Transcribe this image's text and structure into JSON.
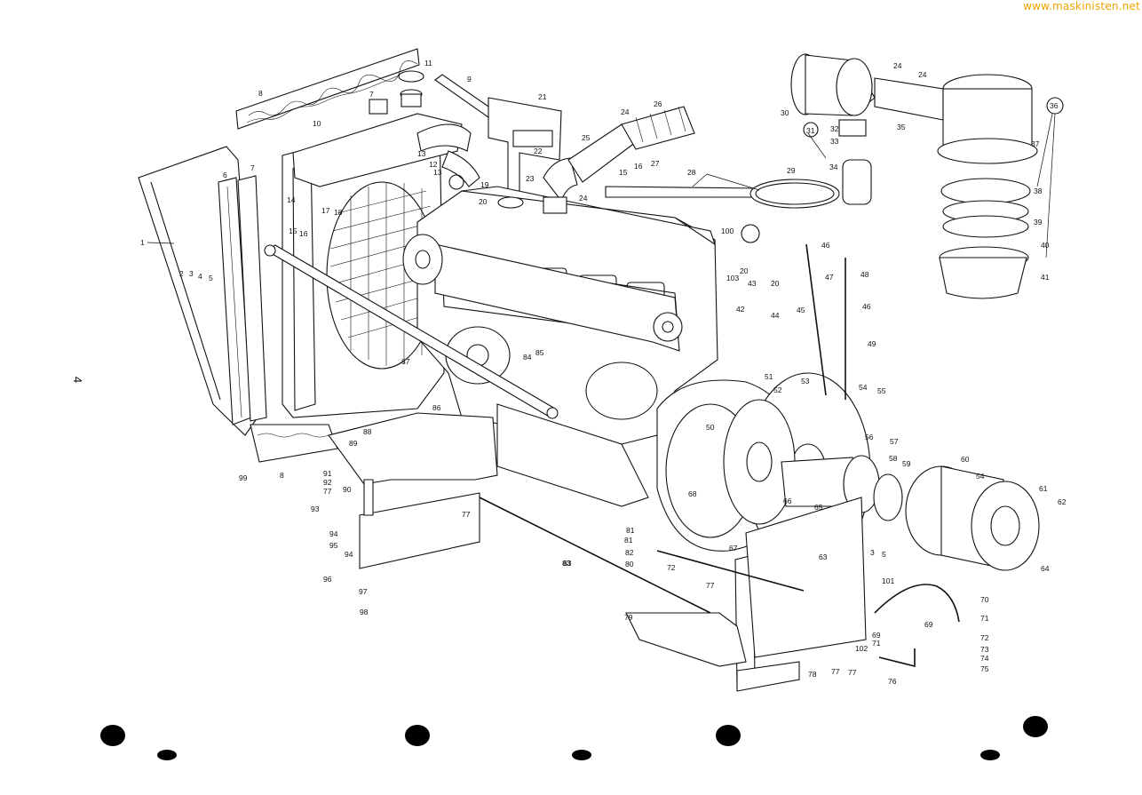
{
  "watermark": "www.maskinisten.net",
  "page_number": "4",
  "callouts": [
    {
      "id": "c1",
      "label": "1"
    },
    {
      "id": "c2",
      "label": "2"
    },
    {
      "id": "c3",
      "label": "3"
    },
    {
      "id": "c4",
      "label": "4"
    },
    {
      "id": "c5",
      "label": "5"
    },
    {
      "id": "c6",
      "label": "6"
    },
    {
      "id": "c7a",
      "label": "7"
    },
    {
      "id": "c7b",
      "label": "7"
    },
    {
      "id": "c8a",
      "label": "8"
    },
    {
      "id": "c8b",
      "label": "8"
    },
    {
      "id": "c9",
      "label": "9"
    },
    {
      "id": "c10",
      "label": "10"
    },
    {
      "id": "c11",
      "label": "11"
    },
    {
      "id": "c12",
      "label": "12"
    },
    {
      "id": "c13a",
      "label": "13"
    },
    {
      "id": "c13b",
      "label": "13"
    },
    {
      "id": "c14",
      "label": "14"
    },
    {
      "id": "c15a",
      "label": "15"
    },
    {
      "id": "c15b",
      "label": "15"
    },
    {
      "id": "c16a",
      "label": "16"
    },
    {
      "id": "c16b",
      "label": "16"
    },
    {
      "id": "c17",
      "label": "17"
    },
    {
      "id": "c18",
      "label": "18"
    },
    {
      "id": "c19",
      "label": "19"
    },
    {
      "id": "c20a",
      "label": "20"
    },
    {
      "id": "c20b",
      "label": "20"
    },
    {
      "id": "c20c",
      "label": "20"
    },
    {
      "id": "c21",
      "label": "21"
    },
    {
      "id": "c22",
      "label": "22"
    },
    {
      "id": "c23",
      "label": "23"
    },
    {
      "id": "c24a",
      "label": "24"
    },
    {
      "id": "c24b",
      "label": "24"
    },
    {
      "id": "c24c",
      "label": "24"
    },
    {
      "id": "c24d",
      "label": "24"
    },
    {
      "id": "c25",
      "label": "25"
    },
    {
      "id": "c26",
      "label": "26"
    },
    {
      "id": "c27",
      "label": "27"
    },
    {
      "id": "c28",
      "label": "28"
    },
    {
      "id": "c29",
      "label": "29"
    },
    {
      "id": "c30",
      "label": "30"
    },
    {
      "id": "c31",
      "label": "31"
    },
    {
      "id": "c32",
      "label": "32"
    },
    {
      "id": "c33",
      "label": "33"
    },
    {
      "id": "c34",
      "label": "34"
    },
    {
      "id": "c35",
      "label": "35"
    },
    {
      "id": "c36",
      "label": "36"
    },
    {
      "id": "c37",
      "label": "37"
    },
    {
      "id": "c38",
      "label": "38"
    },
    {
      "id": "c39",
      "label": "39"
    },
    {
      "id": "c40",
      "label": "40"
    },
    {
      "id": "c41",
      "label": "41"
    },
    {
      "id": "c42",
      "label": "42"
    },
    {
      "id": "c43",
      "label": "43"
    },
    {
      "id": "c44",
      "label": "44"
    },
    {
      "id": "c45",
      "label": "45"
    },
    {
      "id": "c46a",
      "label": "46"
    },
    {
      "id": "c46b",
      "label": "46"
    },
    {
      "id": "c47",
      "label": "47"
    },
    {
      "id": "c48",
      "label": "48"
    },
    {
      "id": "c49",
      "label": "49"
    },
    {
      "id": "c50",
      "label": "50"
    },
    {
      "id": "c51",
      "label": "51"
    },
    {
      "id": "c52",
      "label": "52"
    },
    {
      "id": "c53",
      "label": "53"
    },
    {
      "id": "c54a",
      "label": "54"
    },
    {
      "id": "c54b",
      "label": "54"
    },
    {
      "id": "c55",
      "label": "55"
    },
    {
      "id": "c56",
      "label": "56"
    },
    {
      "id": "c57",
      "label": "57"
    },
    {
      "id": "c58",
      "label": "58"
    },
    {
      "id": "c59",
      "label": "59"
    },
    {
      "id": "c60",
      "label": "60"
    },
    {
      "id": "c61",
      "label": "61"
    },
    {
      "id": "c62",
      "label": "62"
    },
    {
      "id": "c63a",
      "label": "63"
    },
    {
      "id": "c63b",
      "label": "63"
    },
    {
      "id": "c64",
      "label": "64"
    },
    {
      "id": "c65",
      "label": "65"
    },
    {
      "id": "c66",
      "label": "66"
    },
    {
      "id": "c67",
      "label": "67"
    },
    {
      "id": "c68",
      "label": "68"
    },
    {
      "id": "c69a",
      "label": "69"
    },
    {
      "id": "c69b",
      "label": "69"
    },
    {
      "id": "c70",
      "label": "70"
    },
    {
      "id": "c71a",
      "label": "71"
    },
    {
      "id": "c71b",
      "label": "71"
    },
    {
      "id": "c72a",
      "label": "72"
    },
    {
      "id": "c72b",
      "label": "72"
    },
    {
      "id": "c73",
      "label": "73"
    },
    {
      "id": "c74",
      "label": "74"
    },
    {
      "id": "c75",
      "label": "75"
    },
    {
      "id": "c76",
      "label": "76"
    },
    {
      "id": "c77a",
      "label": "77"
    },
    {
      "id": "c77b",
      "label": "77"
    },
    {
      "id": "c77c",
      "label": "77"
    },
    {
      "id": "c77d",
      "label": "77"
    },
    {
      "id": "c77e",
      "label": "77"
    },
    {
      "id": "c78",
      "label": "78"
    },
    {
      "id": "c79",
      "label": "79"
    },
    {
      "id": "c80",
      "label": "80"
    },
    {
      "id": "c81a",
      "label": "81"
    },
    {
      "id": "c81b",
      "label": "81"
    },
    {
      "id": "c82",
      "label": "82"
    },
    {
      "id": "c83",
      "label": "83"
    },
    {
      "id": "c84",
      "label": "84"
    },
    {
      "id": "c85",
      "label": "85"
    },
    {
      "id": "c86",
      "label": "86"
    },
    {
      "id": "c87",
      "label": "87"
    },
    {
      "id": "c88",
      "label": "88"
    },
    {
      "id": "c89",
      "label": "89"
    },
    {
      "id": "c90",
      "label": "90"
    },
    {
      "id": "c91",
      "label": "91"
    },
    {
      "id": "c92",
      "label": "92"
    },
    {
      "id": "c93",
      "label": "93"
    },
    {
      "id": "c94a",
      "label": "94"
    },
    {
      "id": "c94b",
      "label": "94"
    },
    {
      "id": "c95",
      "label": "95"
    },
    {
      "id": "c96",
      "label": "96"
    },
    {
      "id": "c97",
      "label": "97"
    },
    {
      "id": "c98",
      "label": "98"
    },
    {
      "id": "c99",
      "label": "99"
    },
    {
      "id": "c100",
      "label": "100"
    },
    {
      "id": "c101",
      "label": "101"
    },
    {
      "id": "c102",
      "label": "102"
    },
    {
      "id": "c103",
      "label": "103"
    },
    {
      "id": "c3b",
      "label": "3"
    },
    {
      "id": "c5b",
      "label": "5"
    }
  ]
}
